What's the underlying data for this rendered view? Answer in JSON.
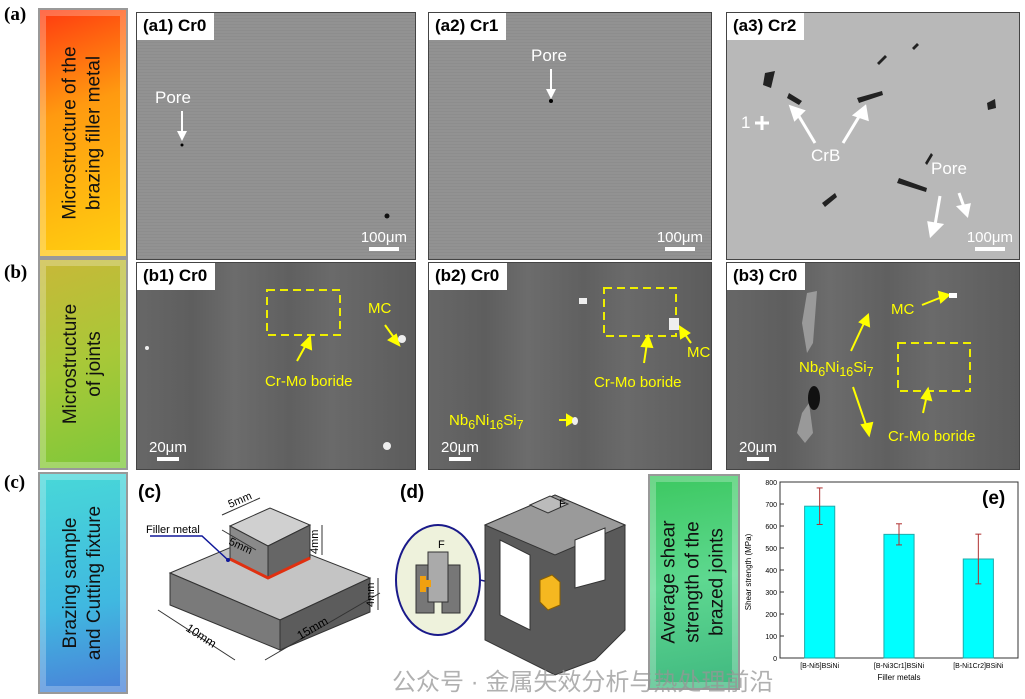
{
  "rows": [
    {
      "letter": "(a)",
      "label_line1": "Microstructure of the",
      "label_line2": "brazing filler metal"
    },
    {
      "letter": "(b)",
      "label_line1": "Microstructure",
      "label_line2": "of joints"
    },
    {
      "letter": "(c)",
      "label_line1": "Brazing sample",
      "label_line2": "and Cutting fixture"
    }
  ],
  "panels_a": [
    {
      "title": "(a1) Cr0",
      "annotations": [
        "Pore"
      ],
      "scale": "100μm"
    },
    {
      "title": "(a2) Cr1",
      "annotations": [
        "Pore"
      ],
      "scale": "100μm"
    },
    {
      "title": "(a3) Cr2",
      "annotations": [
        "1",
        "CrB",
        "Pore"
      ],
      "scale": "100μm"
    }
  ],
  "panels_b": [
    {
      "title": "(b1) Cr0",
      "annotations": [
        "MC",
        "Cr-Mo boride"
      ],
      "scale": "20μm"
    },
    {
      "title": "(b2) Cr0",
      "annotations": [
        "MC",
        "Cr-Mo boride"
      ],
      "nb": {
        "base": "Nb",
        "s1": "6",
        "m": "Ni",
        "s2": "16",
        "e": "Si",
        "s3": "7"
      },
      "scale": "20μm"
    },
    {
      "title": "(b3) Cr0",
      "annotations": [
        "MC",
        "Cr-Mo boride"
      ],
      "nb": {
        "base": "Nb",
        "s1": "6",
        "m": "Ni",
        "s2": "16",
        "e": "Si",
        "s3": "7"
      },
      "scale": "20μm"
    }
  ],
  "diagram_c": {
    "title": "(c)",
    "filler": "Filler metal",
    "dims": [
      "5mm",
      "5mm",
      "4mm",
      "4mm",
      "10mm",
      "15mm"
    ]
  },
  "diagram_d": {
    "title": "(d)",
    "force": "F"
  },
  "shear_box": {
    "line1": "Average shear",
    "line2": "strength of the",
    "line3": "brazed joints"
  },
  "watermark": "公众号 · 金属失效分析与热处理前沿",
  "chart_data": {
    "type": "bar",
    "panel_label": "(e)",
    "categories": [
      "[B-Ni5]BSiNi",
      "[B-Ni3Cr1]BSiNi",
      "[B-Ni1Cr2]BSiNi"
    ],
    "values": [
      690,
      562,
      450
    ],
    "errors": [
      83,
      48,
      113
    ],
    "xlabel": "Filler metals",
    "ylabel": "Shear strength (MPa)",
    "ylim": [
      0,
      800
    ],
    "yticks": [
      0,
      100,
      200,
      300,
      400,
      500,
      600,
      700,
      800
    ],
    "bar_color": "#00ffff",
    "error_color": "#b03030"
  }
}
